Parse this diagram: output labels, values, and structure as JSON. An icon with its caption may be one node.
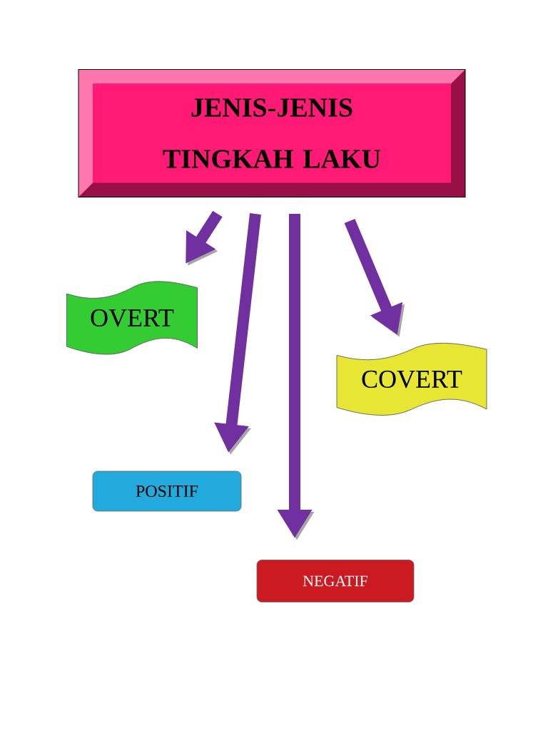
{
  "diagram": {
    "nodes": [
      {
        "text": [
          "JENIS-JENIS TINGKAH LAKU"
        ]
      },
      {
        "text": [
          "OVERT"
        ]
      },
      {
        "text": [
          "COVERT"
        ]
      },
      {
        "text": [
          "POSITIF"
        ]
      },
      {
        "text": [
          "NEGATIF"
        ]
      }
    ],
    "edges": [
      {
        "from": 0,
        "to": 1,
        "arrow": "to"
      },
      {
        "from": 0,
        "to": 2,
        "arrow": "to"
      },
      {
        "from": 0,
        "to": 3,
        "arrow": "to"
      },
      {
        "from": 0,
        "to": 4,
        "arrow": "to"
      }
    ]
  }
}
